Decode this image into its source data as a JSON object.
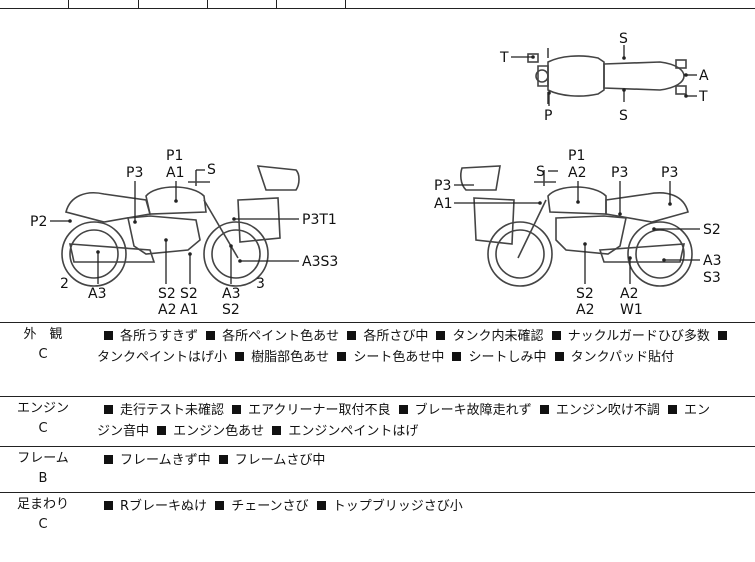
{
  "top_view_labels": {
    "front_t": "T",
    "front_p": "P",
    "tank_s_top": "S",
    "seat_s_bottom": "S",
    "rear_a": "A",
    "rear_t": "T"
  },
  "left_view_labels": {
    "p1": "P1",
    "a1": "A1",
    "s_mirror": "S",
    "p3": "P3",
    "p2": "P2",
    "p3t1": "P3T1",
    "a3s3": "A3S3",
    "two": "2",
    "three": "3",
    "a3_front": "A3",
    "s2_a": "S2",
    "a2": "A2",
    "s2_b": "S2",
    "a1_b": "A1",
    "a3_b": "A3",
    "s2_c": "S2"
  },
  "right_view_labels": {
    "p1": "P1",
    "s": "S",
    "a2": "A2",
    "p3_bag": "P3",
    "a1": "A1",
    "p3_mid": "P3",
    "p3_rear": "P3",
    "s2_right": "S2",
    "a3": "A3",
    "s3": "S3",
    "s2_bottom": "S2",
    "a2_bottom": "A2",
    "a2_b": "A2",
    "w1": "W1"
  },
  "inspection": [
    {
      "category": "外　観",
      "grade": "C",
      "items": [
        "各所うすきず",
        "各所ペイント色あせ",
        "各所さび中",
        "タンク内未確認",
        "ナックルガードひび多数",
        "",
        "タンクペイントはげ小",
        "樹脂部色あせ",
        "シート色あせ中",
        "シートしみ中",
        "タンクパッド貼付"
      ]
    },
    {
      "category": "エンジン",
      "grade": "C",
      "items": [
        "走行テスト未確認",
        "エアクリーナー取付不良",
        "ブレーキ故障走れず",
        "エンジン吹け不調",
        "エンジン音中",
        "エンジン色あせ",
        "エンジンペイントはげ"
      ]
    },
    {
      "category": "フレーム",
      "grade": "B",
      "items": [
        "フレームきず中",
        "フレームさび中"
      ]
    },
    {
      "category": "足まわり",
      "grade": "C",
      "items": [
        "Rブレーキぬけ",
        "チェーンさび",
        "トップブリッジさび小"
      ]
    }
  ],
  "line_fragments": {
    "exterior_line1_tail": "",
    "exterior_line2_head": "タンクペイントはげ小",
    "engine_line1_tail": "エン",
    "engine_line2_head": "ジン音中"
  }
}
